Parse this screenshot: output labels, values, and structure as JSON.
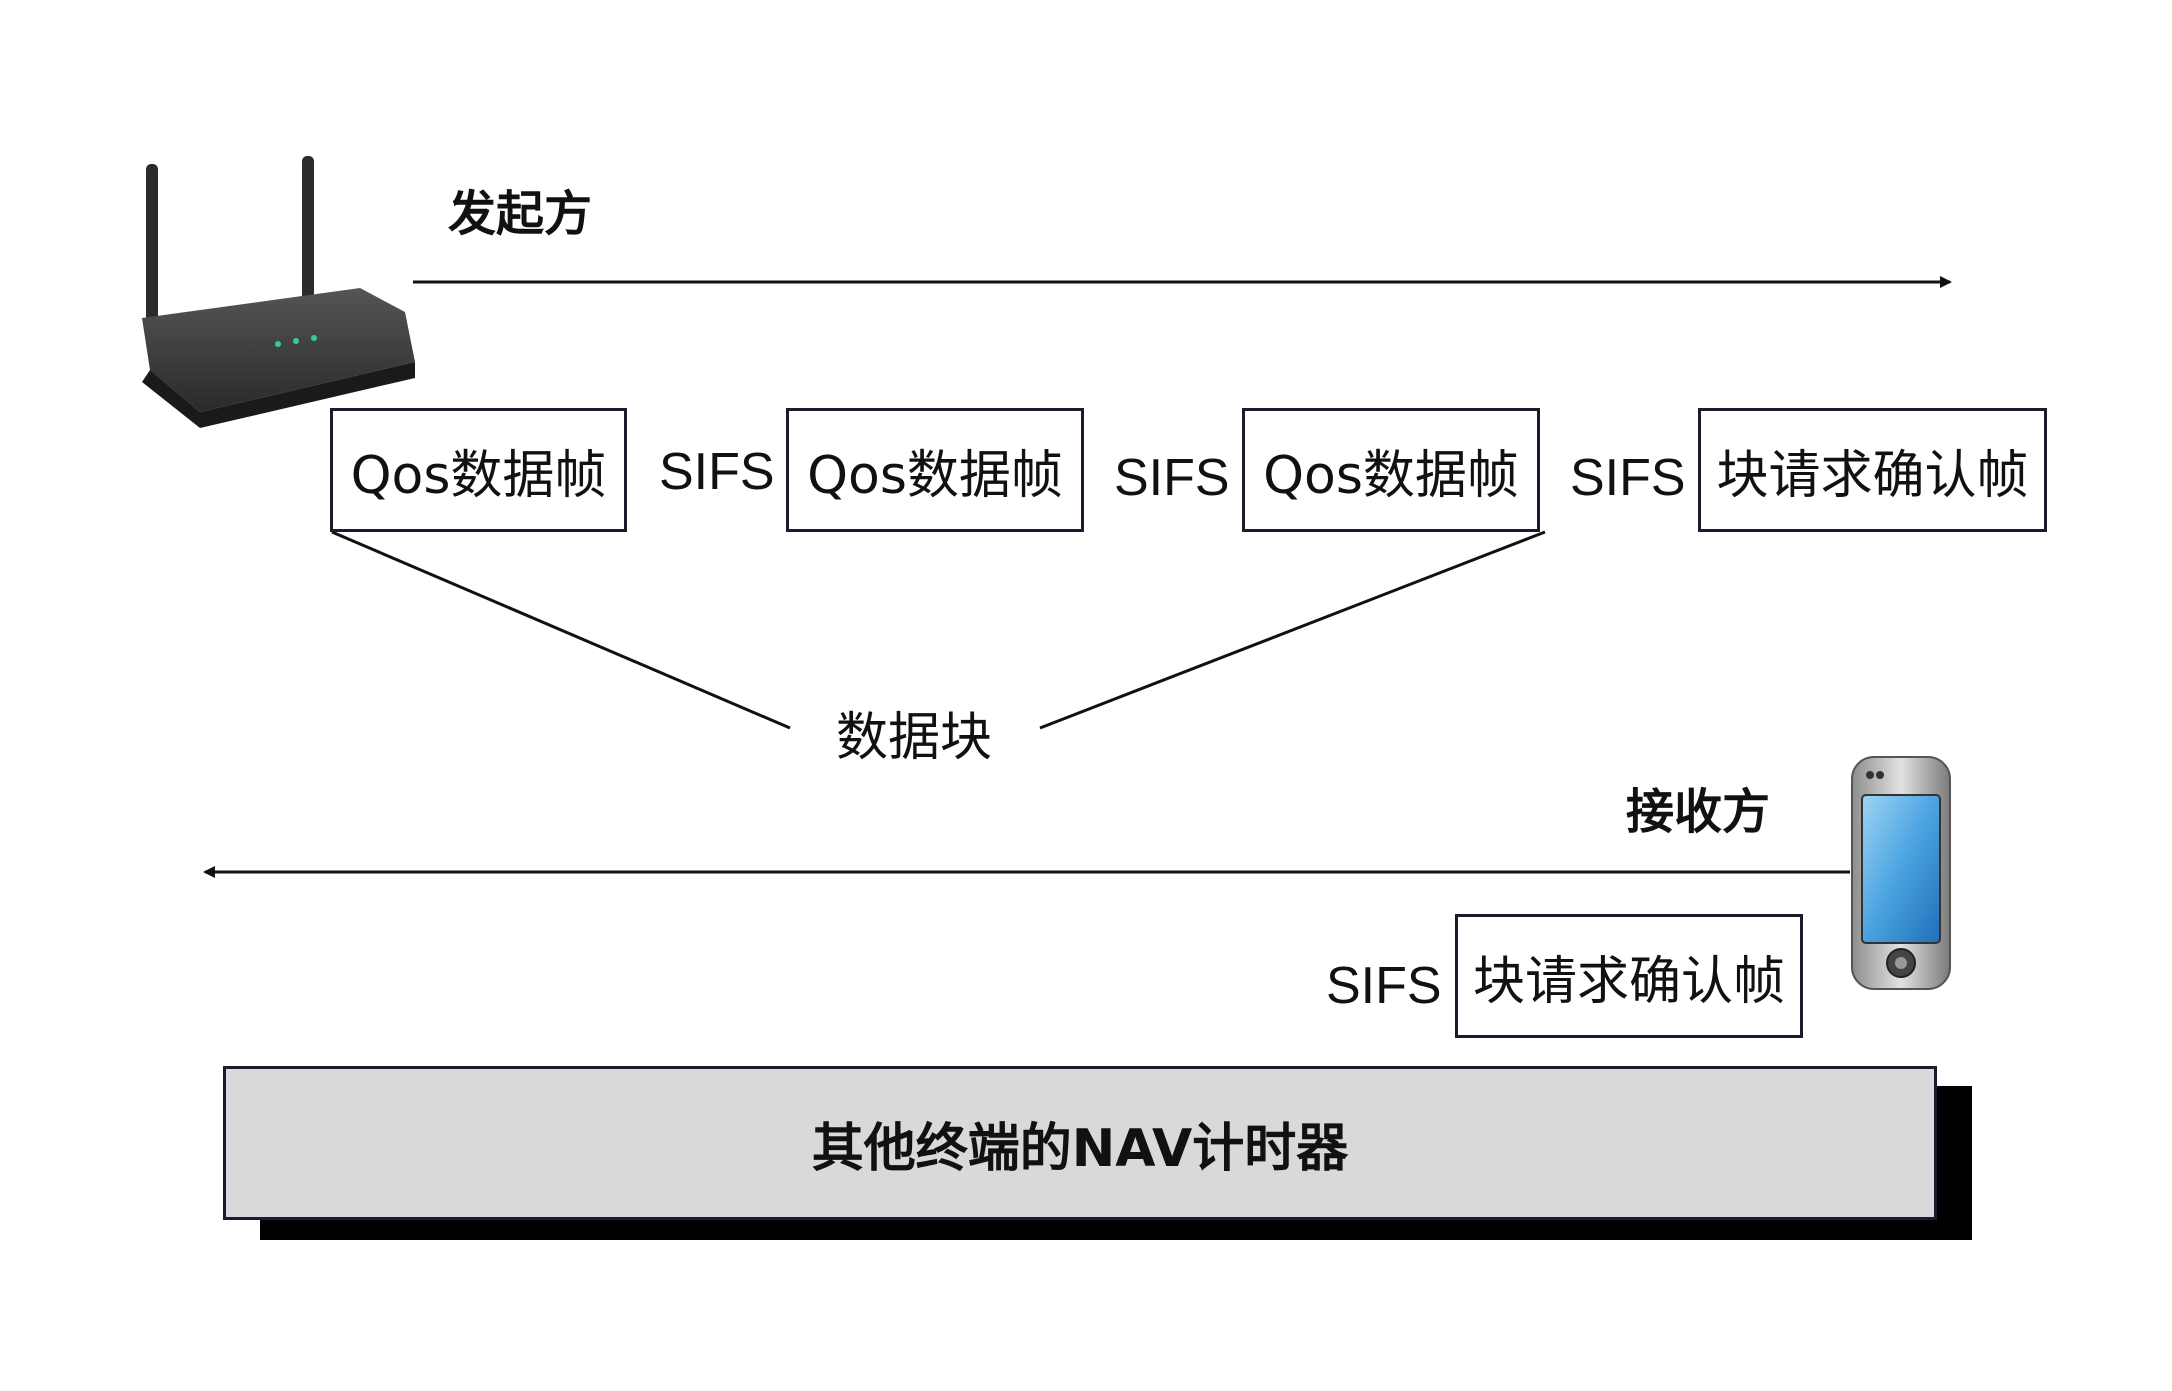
{
  "sender": {
    "label": "发起方",
    "icon": "router-icon"
  },
  "receiver": {
    "label": "接收方",
    "icon": "smartphone-icon"
  },
  "sender_sequence": {
    "frames": [
      "Qos数据帧",
      "Qos数据帧",
      "Qos数据帧",
      "块请求确认帧"
    ],
    "gaps": [
      "SIFS",
      "SIFS",
      "SIFS"
    ]
  },
  "data_block_label": "数据块",
  "receiver_sequence": {
    "gap": "SIFS",
    "frame": "块请求确认帧"
  },
  "nav_timer_label": "其他终端的NAV计时器",
  "colors": {
    "frame_border": "#1b1b2e",
    "nav_fill": "#d9d9d9",
    "nav_shadow": "#000000"
  }
}
